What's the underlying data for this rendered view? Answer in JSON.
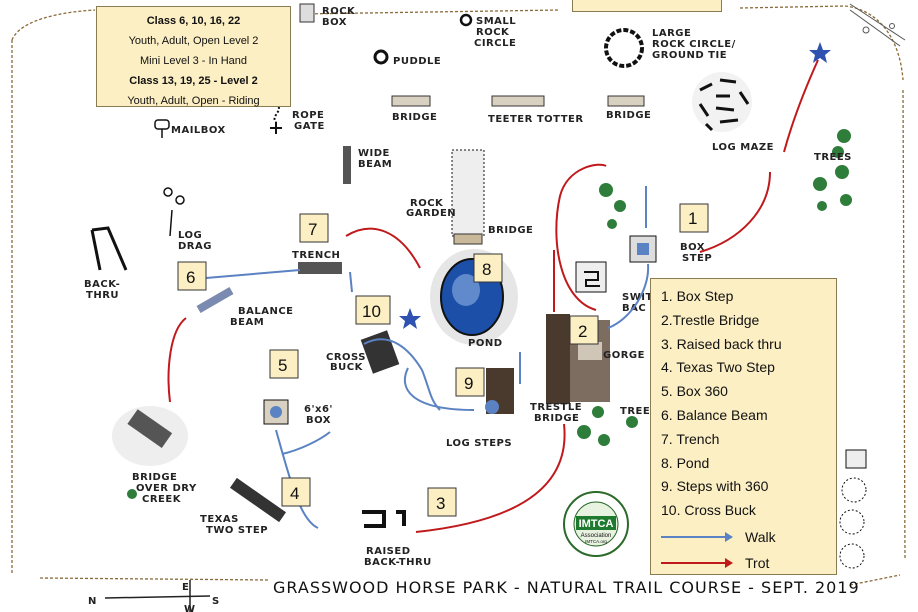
{
  "map": {
    "title": "GRASSWOOD HORSE PARK - NATURAL TRAIL COURSE - SEPT. 2019",
    "class_box": {
      "lines": [
        {
          "text": "Class 6, 10, 16, 22",
          "bold": true
        },
        {
          "text": "Youth, Adult, Open Level 2",
          "bold": false
        },
        {
          "text": "Mini Level 3 - In Hand",
          "bold": false
        },
        {
          "text": "Class 13, 19, 25 - Level 2",
          "bold": true
        },
        {
          "text": "Youth, Adult, Open - Riding",
          "bold": false
        }
      ]
    },
    "legend": {
      "items": [
        "1. Box Step",
        "2.Trestle Bridge",
        "3. Raised back thru",
        "4. Texas Two Step",
        "5. Box 360",
        "6. Balance Beam",
        "7. Trench",
        "8. Pond",
        "9. Steps with 360",
        "10. Cross Buck"
      ],
      "walk_label": "Walk",
      "trot_label": "Trot",
      "walk_color": "#5b82c2",
      "trot_color": "#c0191c"
    },
    "numbers": [
      "1",
      "2",
      "3",
      "4",
      "5",
      "6",
      "7",
      "8",
      "9",
      "10"
    ],
    "labels": {
      "rock_box": "ROCK\nBOX",
      "small_rock_circle": "SMALL\nROCK\nCIRCLE",
      "large_rock_circle": "LARGE\nROCK CIRCLE/\nGROUND TIE",
      "puddle": "PUDDLE",
      "rope_gate": "ROPE\nGATE",
      "mailbox": "MAILBOX",
      "bridge_left": "BRIDGE",
      "teeter_totter": "TEETER TOTTER",
      "bridge_right": "BRIDGE",
      "log_maze": "LOG MAZE",
      "wide_beam": "WIDE\nBEAM",
      "trees_top": "TREES",
      "rock_garden": "ROCK\nGARDEN",
      "bridge_center": "BRIDGE",
      "log_drag": "LOG\nDRAG",
      "back_thru": "BACK-\nTHRU",
      "trench": "TRENCH",
      "box_step": "BOX\nSTEP",
      "switch_back": "SWIT\nBAC",
      "balance_beam": "BALANCE\nBEAM",
      "pond": "POND",
      "gorge": "GORGE",
      "cross_buck": "CROSS\nBUCK",
      "six_box": "6'x6'\nBOX",
      "trestle_bridge": "TRESTLE\nBRIDGE",
      "log_steps": "LOG STEPS",
      "trees_right": "TREE",
      "bridge_dry_creek": "BRIDGE\nOVER DRY\nCREEK",
      "texas_two_step": "TEXAS\nTWO STEP",
      "raised_back_thru": "RAISED\nBACK-THRU"
    },
    "compass": {
      "n": "N",
      "e": "E",
      "s": "S",
      "w": "W"
    },
    "logo": {
      "name": "IMTCA",
      "line1": "Association",
      "line2": "IMTCA.org",
      "ring_text": "INTERNATIONAL MOUNTAIN TRAIL CHALLENGE"
    }
  }
}
